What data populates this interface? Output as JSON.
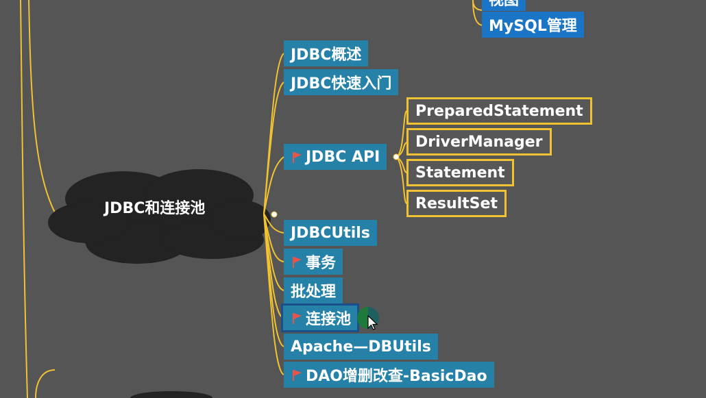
{
  "root": {
    "label": "JDBC和连接池"
  },
  "top_nodes": [
    {
      "label": "视图"
    },
    {
      "label": "MySQL管理"
    }
  ],
  "branches": [
    {
      "label": "JDBC概述",
      "flag": false
    },
    {
      "label": "JDBC快速入门",
      "flag": false
    },
    {
      "label": "JDBC API",
      "flag": true
    },
    {
      "label": "JDBCUtils",
      "flag": false
    },
    {
      "label": "事务",
      "flag": true
    },
    {
      "label": "批处理",
      "flag": false
    },
    {
      "label": "连接池",
      "flag": true
    },
    {
      "label": "Apache—DBUtils",
      "flag": false
    },
    {
      "label": "DAO增删改查-BasicDao",
      "flag": true
    }
  ],
  "api_children": [
    {
      "label": "PreparedStatement"
    },
    {
      "label": "DriverManager"
    },
    {
      "label": "Statement"
    },
    {
      "label": "ResultSet"
    }
  ],
  "colors": {
    "background": "#555555",
    "connector": "#f1c232",
    "branch_node": "#2581a8",
    "top_node": "#1a75c7",
    "flag": "#e8534a",
    "cloud": "#232323"
  }
}
